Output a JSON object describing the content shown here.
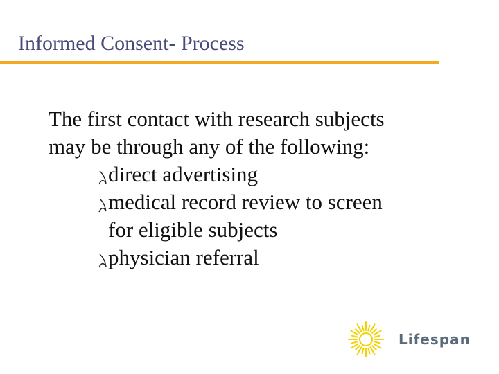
{
  "slide": {
    "title": "Informed Consent- Process",
    "intro_line_1": "The first contact with research subjects",
    "intro_line_2": "may be through any of the following:",
    "bullets": [
      {
        "lines": [
          "direct advertising"
        ]
      },
      {
        "lines": [
          "medical record review to screen",
          "for eligible subjects"
        ]
      },
      {
        "lines": [
          "physician referral"
        ]
      }
    ]
  },
  "logo": {
    "text": "Lifespan"
  },
  "colors": {
    "title": "#4a4a7a",
    "rule": "#f5a821",
    "text": "#111111",
    "logo_sun": "#f2d200",
    "logo_text": "#5a6a7a"
  },
  "icons": {
    "bullet": "decorative-swoosh-bullet-icon",
    "logo": "sunburst-logo-icon"
  }
}
